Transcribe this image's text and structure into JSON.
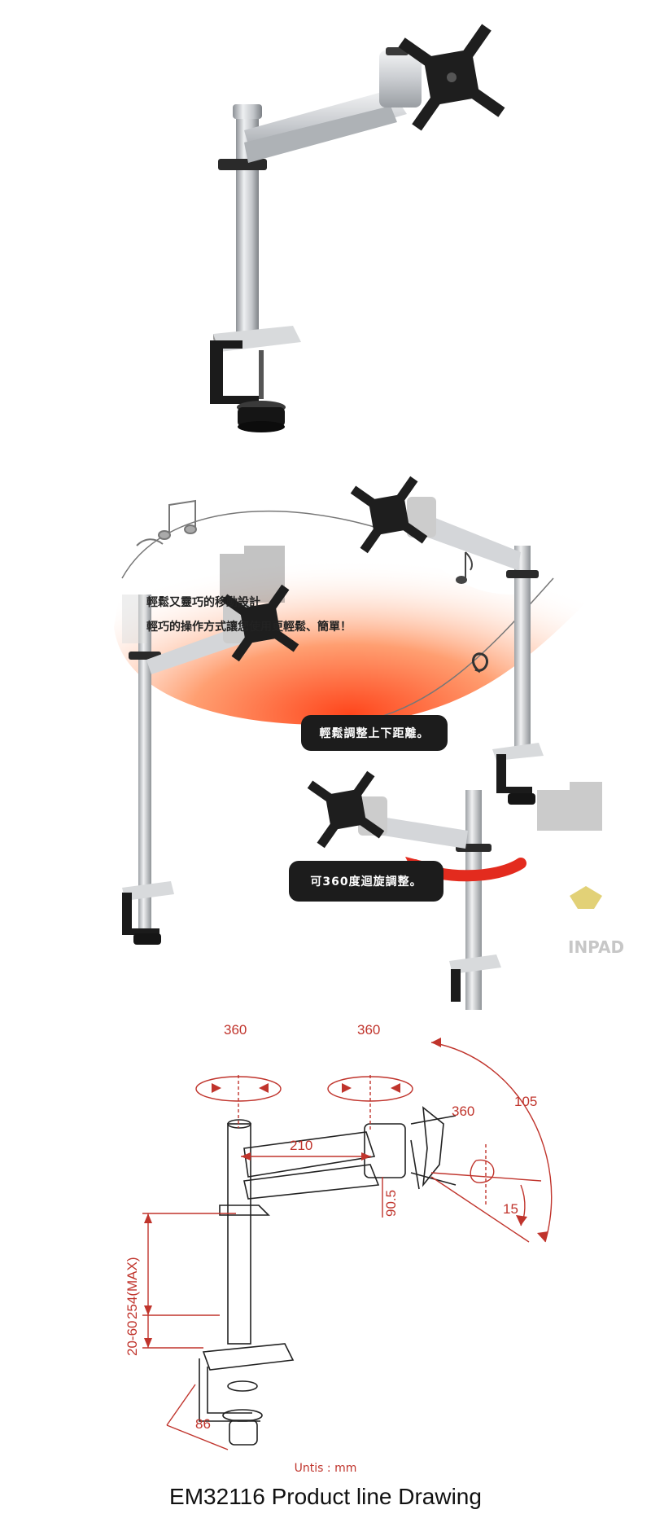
{
  "promo": {
    "slogan_line1": "輕鬆又靈巧的移動設計",
    "slogan_line2": "輕巧的操作方式讓您使用更輕鬆、簡單！",
    "bubble_height": "輕鬆調整上下距離。",
    "bubble_rotate": "可360度迴旋調整。",
    "watermark": "INPAD"
  },
  "drawing": {
    "dims": {
      "rot_left": "360",
      "rot_mid": "360",
      "rot_head": "360",
      "tilt_up": "105",
      "tilt_down": "15",
      "arm_length": "210",
      "arm_drop": "90.5",
      "pole_height": "254(MAX)",
      "desk_range": "20-60",
      "clamp_depth": "86"
    },
    "units": "Untis : mm",
    "title": "EM32116 Product  line Drawing"
  },
  "colors": {
    "dimension_red": "#c0342c",
    "glow_orange": "#ff5a1f",
    "bubble_dark": "#1c1c1c"
  }
}
